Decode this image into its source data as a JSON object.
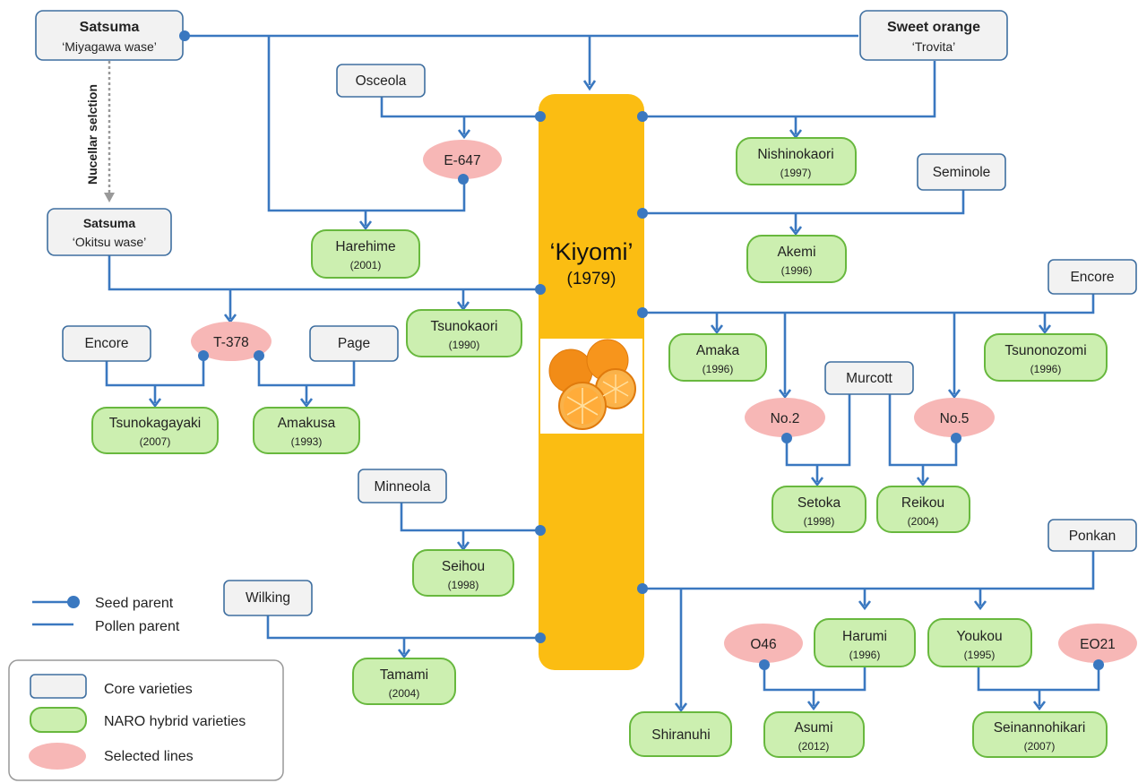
{
  "center": {
    "name": "‘Kiyomi’",
    "year": "(1979)"
  },
  "core": {
    "satsuma_miyagawa": {
      "name": "Satsuma",
      "cultivar": "‘Miyagawa wase’"
    },
    "sweet_orange": {
      "name": "Sweet orange",
      "cultivar": "‘Trovita’"
    },
    "satsuma_okitsu": {
      "name": "Satsuma",
      "cultivar": "‘Okitsu wase’"
    },
    "osceola": "Osceola",
    "seminole": "Seminole",
    "encore_right": "Encore",
    "encore_left": "Encore",
    "page": "Page",
    "murcott": "Murcott",
    "minneola": "Minneola",
    "ponkan": "Ponkan",
    "wilking": "Wilking"
  },
  "selected": {
    "e647": "E-647",
    "t378": "T-378",
    "no2": "No.2",
    "no5": "No.5",
    "o46": "O46",
    "eo21": "EO21"
  },
  "naro": {
    "nishinokaori": {
      "name": "Nishinokaori",
      "year": "(1997)"
    },
    "harehime": {
      "name": "Harehime",
      "year": "(2001)"
    },
    "akemi": {
      "name": "Akemi",
      "year": "(1996)"
    },
    "tsunokaori": {
      "name": "Tsunokaori",
      "year": "(1990)"
    },
    "amaka": {
      "name": "Amaka",
      "year": "(1996)"
    },
    "tsunonozomi": {
      "name": "Tsunonozomi",
      "year": "(1996)"
    },
    "tsunokagayaki": {
      "name": "Tsunokagayaki",
      "year": "(2007)"
    },
    "amakusa": {
      "name": "Amakusa",
      "year": "(1993)"
    },
    "setoka": {
      "name": "Setoka",
      "year": "(1998)"
    },
    "reikou": {
      "name": "Reikou",
      "year": "(2004)"
    },
    "seihou": {
      "name": "Seihou",
      "year": "(1998)"
    },
    "tamami": {
      "name": "Tamami",
      "year": "(2004)"
    },
    "harumi": {
      "name": "Harumi",
      "year": "(1996)"
    },
    "youkou": {
      "name": "Youkou",
      "year": "(1995)"
    },
    "shiranuhi": {
      "name": "Shiranuhi",
      "year": ""
    },
    "asumi": {
      "name": "Asumi",
      "year": "(2012)"
    },
    "seinannohikari": {
      "name": "Seinannohikari",
      "year": "(2007)"
    }
  },
  "nucellar_label": "Nucellar selction",
  "legend": {
    "seed_parent": "Seed parent",
    "pollen_parent": "Pollen parent",
    "core_varieties": "Core varieties",
    "naro_hybrid": "NARO hybrid varieties",
    "selected_lines": "Selected lines"
  },
  "colors": {
    "line": "#3a78c0",
    "center_bar": "#fbbd12",
    "core_fill": "#f2f2f2",
    "naro_fill": "#ccefb0",
    "selected_fill": "#f7b7b6"
  }
}
